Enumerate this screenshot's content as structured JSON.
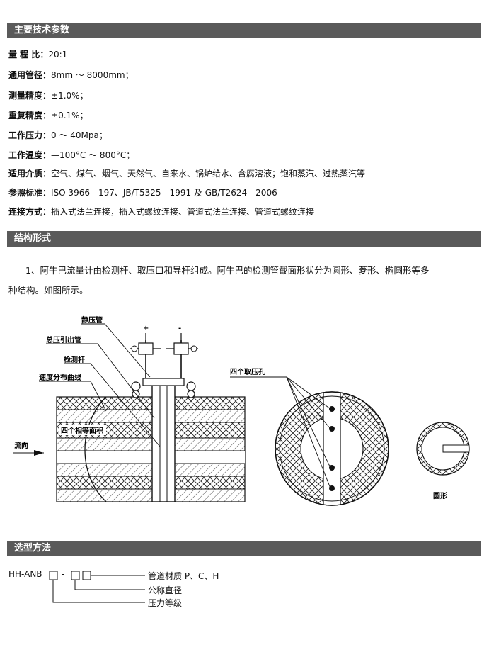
{
  "sections": {
    "specs_title": "主要技术参数",
    "structure_title": "结构形式",
    "selection_title": "选型方法"
  },
  "specs": [
    {
      "label": "量 程 比：",
      "value": "20:1"
    },
    {
      "label": "通用管径：",
      "value": "8mm ～ 8000mm；"
    },
    {
      "label": "测量精度：",
      "value": "±1.0%；"
    },
    {
      "label": "重复精度：",
      "value": "±0.1%；"
    },
    {
      "label": "工作压力：",
      "value": "0 ～ 40Mpa；"
    },
    {
      "label": "工作温度：",
      "value": "—100°C ～ 800°C；"
    },
    {
      "label": "适用介质：",
      "value": "空气、煤气、烟气、天然气、自来水、锅炉给水、含腐溶液；饱和蒸汽、过热蒸汽等"
    },
    {
      "label": "参照标准：",
      "value": "ISO 3966—197、JB/T5325—1991 及 GB/T2624—2006"
    },
    {
      "label": "连接方式：",
      "value": "插入式法兰连接，插入式螺纹连接、管道式法兰连接、管道式螺纹连接"
    }
  ],
  "structure": {
    "para_line1": "1、阿牛巴流量计由检测杆、取压口和导杆组成。阿牛巴的检测管截面形状分为圆形、菱形、椭圆形等多",
    "para_line2": "种结构。如图所示。"
  },
  "diagram": {
    "static_tube": "静压管",
    "total_tube": "总压引出管",
    "probe": "检测杆",
    "velocity_curve": "速度分布曲线",
    "equal_area": "四个相等面积",
    "flow_dir": "流向",
    "four_holes": "四个取压孔",
    "round": "圆形",
    "plus": "+",
    "minus": "-"
  },
  "selection": {
    "model": "HH-ANB",
    "dash": "-",
    "material": "管道材质 P、C、H",
    "diameter": "公称直径",
    "pressure": "压力等级"
  }
}
